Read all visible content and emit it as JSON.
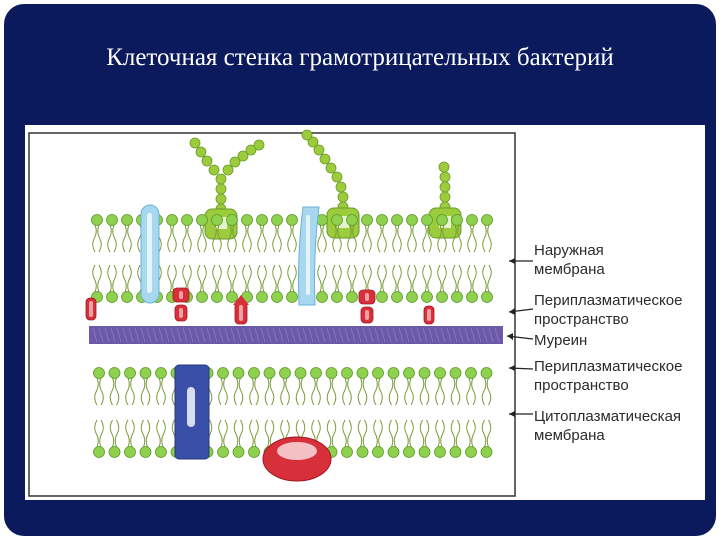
{
  "slide": {
    "title": "Клеточная стенка грамотрицательных бактерий",
    "colors": {
      "background": "#0a1a5c",
      "lipid_head": "#8fd14f",
      "lipopolysaccharide": "#9ccc3c",
      "porin": "#a8d8f0",
      "periplasmic_protein": "#d8303a",
      "murein": "#6a5aa8",
      "transmembrane_protein": "#3a4fa8"
    }
  },
  "diagram": {
    "labels": {
      "outer_membrane": [
        "Наружная",
        "мембрана"
      ],
      "periplasm_top": [
        "Периплазматическое",
        "пространство"
      ],
      "murein": [
        "Муреин"
      ],
      "periplasm_bottom": [
        "Периплазматическое",
        "пространство"
      ],
      "cytoplasmic_membrane": [
        "Цитоплазматическая",
        "мембрана"
      ]
    }
  }
}
